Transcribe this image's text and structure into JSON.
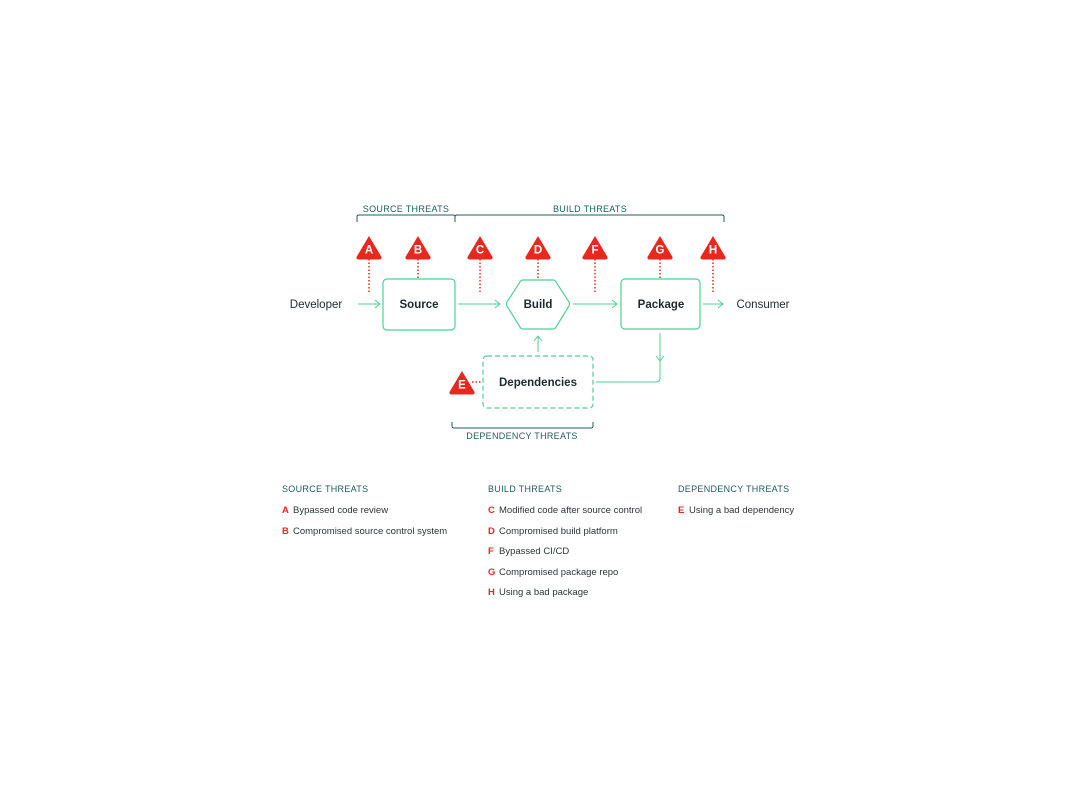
{
  "colors": {
    "green": "#4fd095",
    "red": "#e8281e",
    "teal": "#1f5c5c",
    "text": "#1c2b2b"
  },
  "groups": {
    "source": "SOURCE THREATS",
    "build": "BUILD THREATS",
    "dependency": "DEPENDENCY THREATS"
  },
  "nodes": {
    "developer": "Developer",
    "source": "Source",
    "build": "Build",
    "package": "Package",
    "consumer": "Consumer",
    "dependencies": "Dependencies"
  },
  "threat_markers": {
    "A": "A",
    "B": "B",
    "C": "C",
    "D": "D",
    "E": "E",
    "F": "F",
    "G": "G",
    "H": "H"
  },
  "legend": {
    "source": {
      "heading": "SOURCE THREATS",
      "items": [
        {
          "letter": "A",
          "text": "Bypassed code review"
        },
        {
          "letter": "B",
          "text": "Compromised source control system"
        }
      ]
    },
    "build": {
      "heading": "BUILD THREATS",
      "items": [
        {
          "letter": "C",
          "text": "Modified code after source control"
        },
        {
          "letter": "D",
          "text": "Compromised build platform"
        },
        {
          "letter": "F",
          "text": "Bypassed CI/CD"
        },
        {
          "letter": "G",
          "text": "Compromised package repo"
        },
        {
          "letter": "H",
          "text": "Using a bad package"
        }
      ]
    },
    "dependency": {
      "heading": "DEPENDENCY THREATS",
      "items": [
        {
          "letter": "E",
          "text": "Using a bad dependency"
        }
      ]
    }
  }
}
